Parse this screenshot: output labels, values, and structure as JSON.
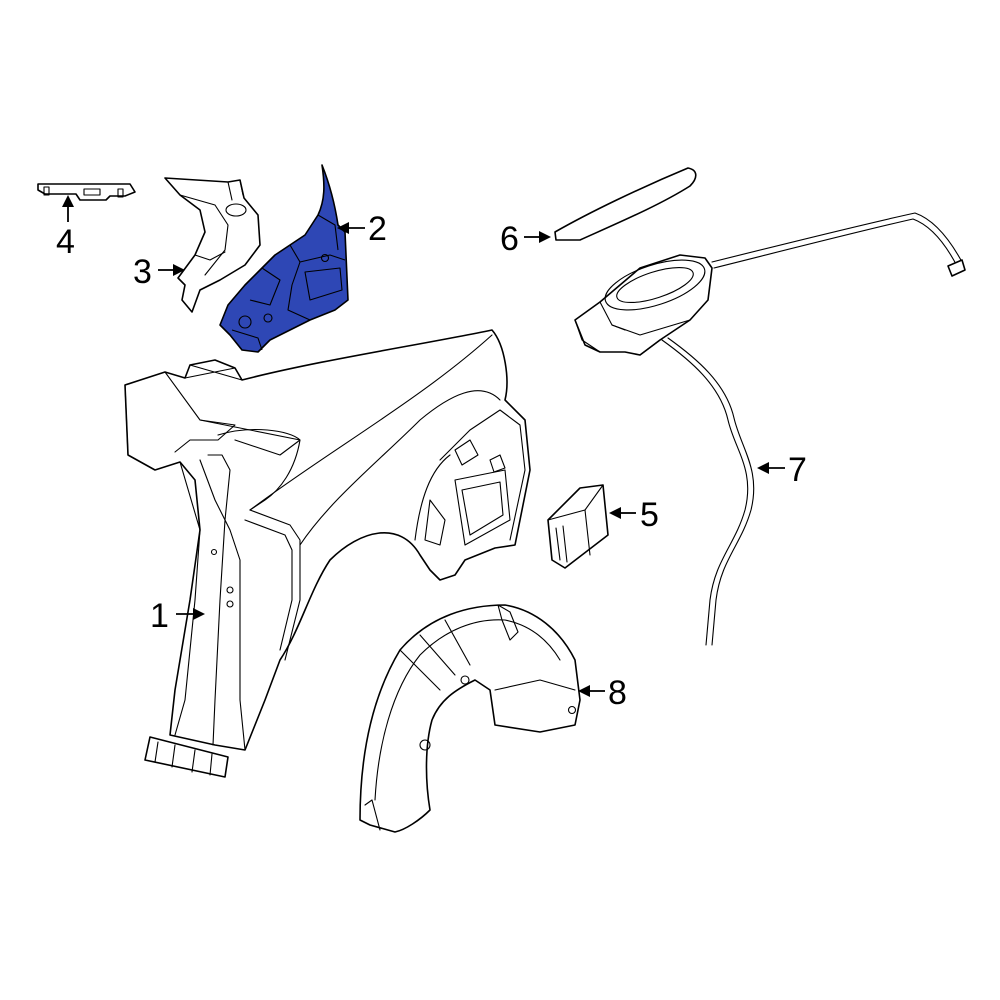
{
  "diagram": {
    "highlight_color": "#2e47b5",
    "callouts": [
      {
        "id": "1",
        "label": "1"
      },
      {
        "id": "2",
        "label": "2"
      },
      {
        "id": "3",
        "label": "3"
      },
      {
        "id": "4",
        "label": "4"
      },
      {
        "id": "5",
        "label": "5"
      },
      {
        "id": "6",
        "label": "6"
      },
      {
        "id": "7",
        "label": "7"
      },
      {
        "id": "8",
        "label": "8"
      }
    ],
    "highlighted_part": "2"
  }
}
